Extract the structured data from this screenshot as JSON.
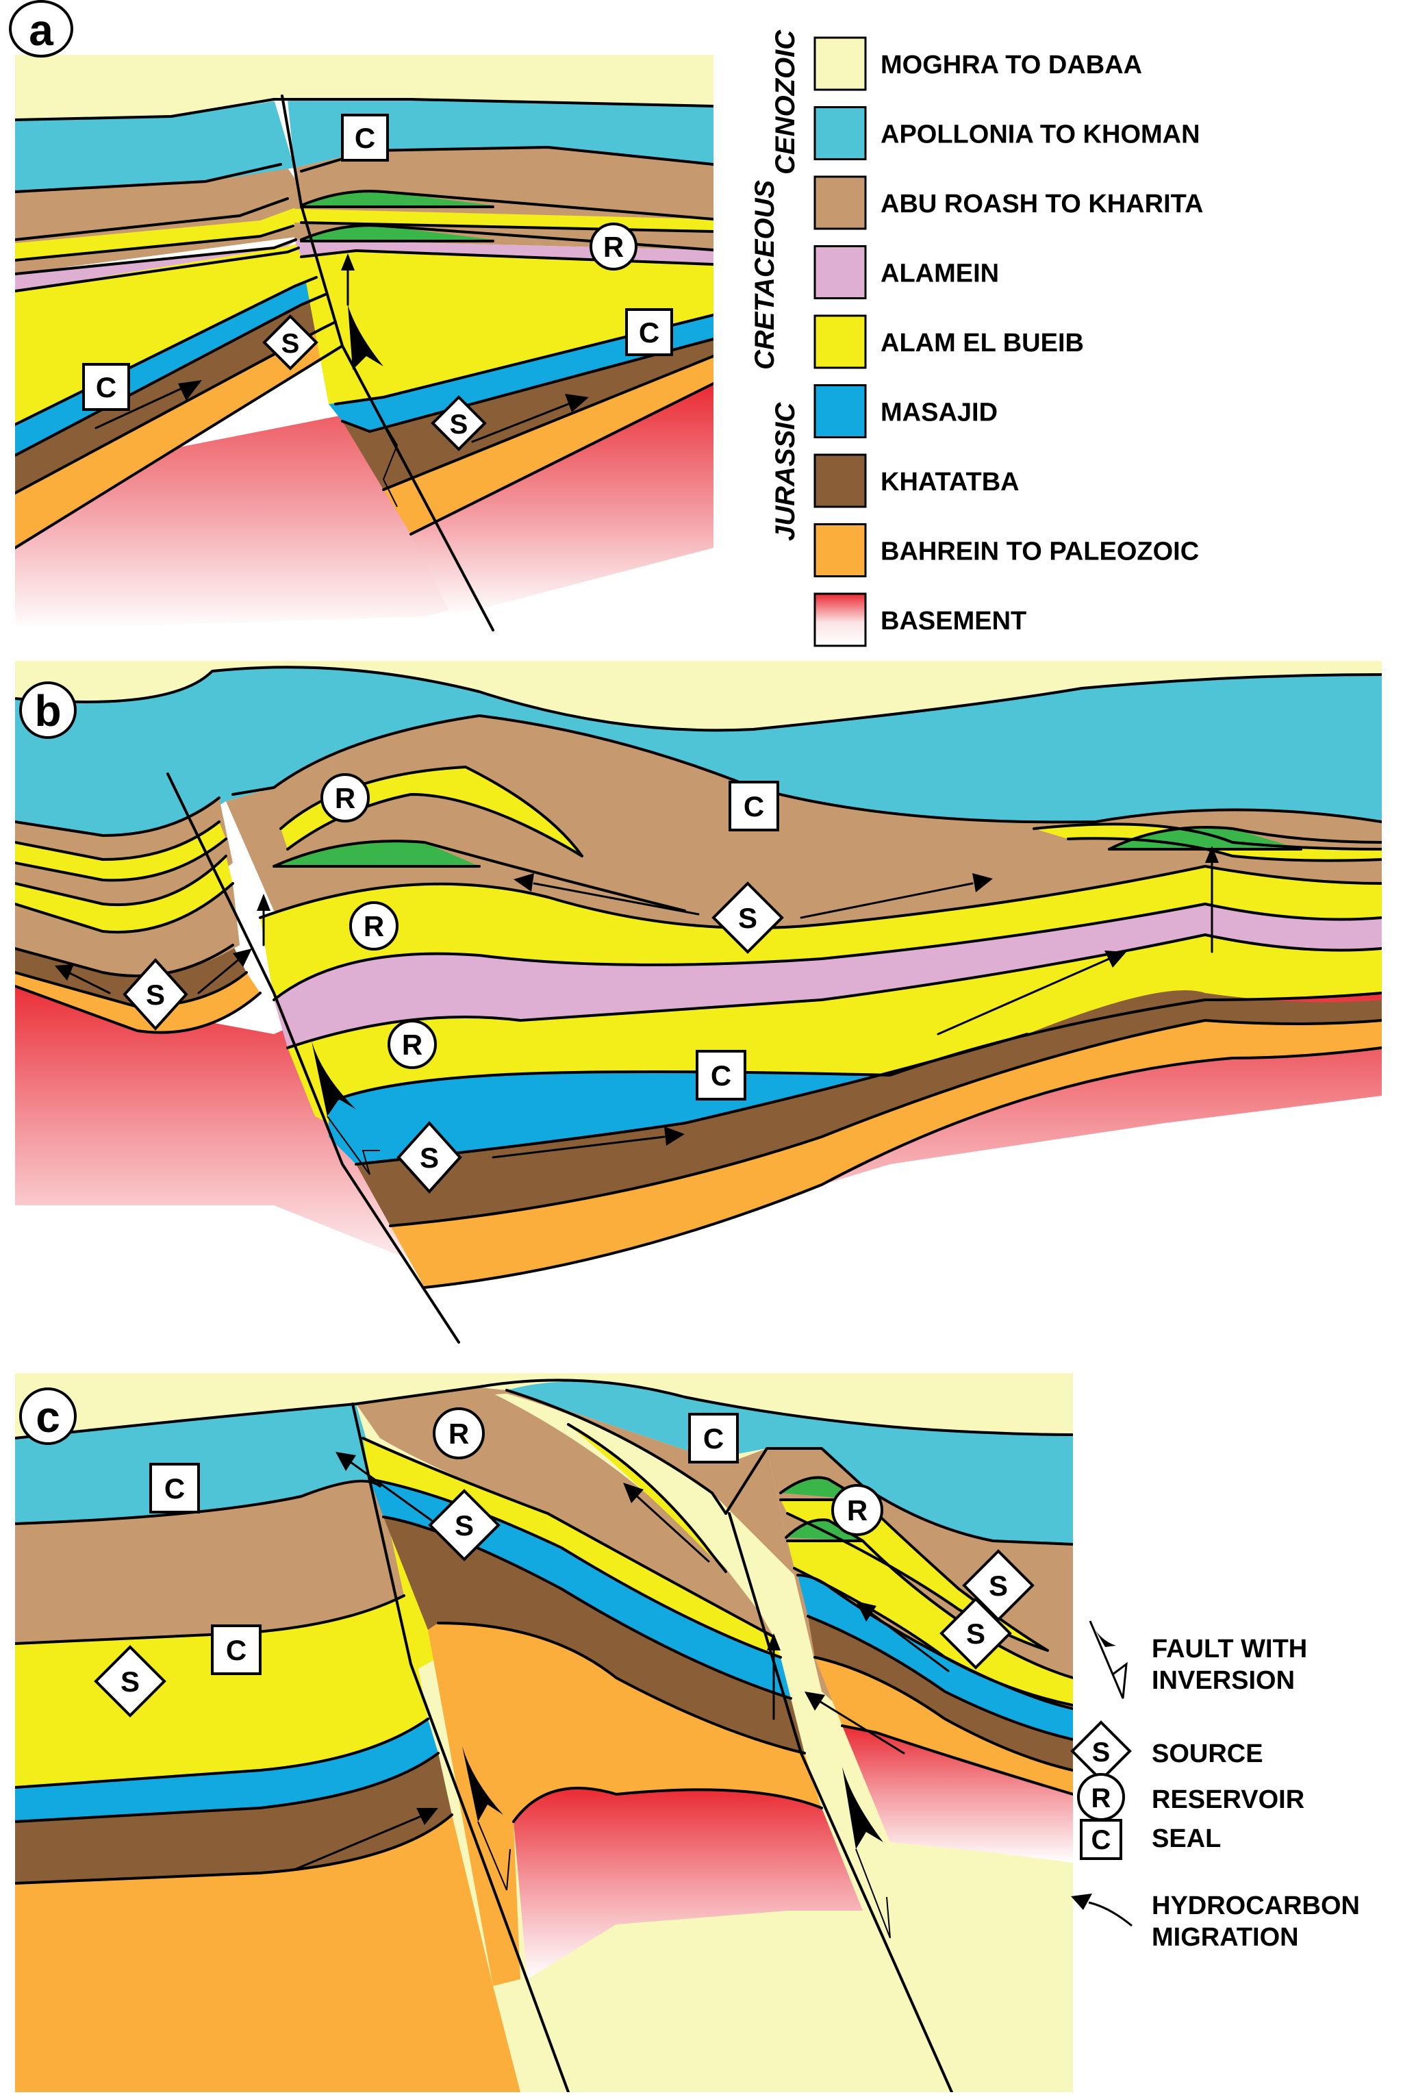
{
  "figure": {
    "panels": [
      {
        "id": "a",
        "label": "a"
      },
      {
        "id": "b",
        "label": "b"
      },
      {
        "id": "c",
        "label": "c"
      }
    ],
    "markers": {
      "seal": "C",
      "reservoir": "R",
      "source": "S"
    }
  },
  "stratigraphic_legend": {
    "eras": [
      {
        "name": "CENOZOIC"
      },
      {
        "name": "CRETACEOUS"
      },
      {
        "name": "JURASSIC"
      }
    ],
    "units": [
      {
        "name": "MOGHRA TO DABAA",
        "color": "#f8f8bc"
      },
      {
        "name": "APOLLONIA TO KHOMAN",
        "color": "#4ec4d6"
      },
      {
        "name": "ABU ROASH TO KHARITA",
        "color": "#c69a6e"
      },
      {
        "name": "ALAMEIN",
        "color": "#dfafd3"
      },
      {
        "name": "ALAM EL BUEIB",
        "color": "#f3ed19"
      },
      {
        "name": "MASAJID",
        "color": "#12a8e0"
      },
      {
        "name": "KHATATBA",
        "color": "#8a5f38"
      },
      {
        "name": "BAHREIN TO PALEOZOIC",
        "color": "#fbae3c"
      },
      {
        "name": "BASEMENT",
        "color": "#ea2a33"
      }
    ],
    "hydrocarbon_color": "#39b54a"
  },
  "symbol_legend": {
    "fault": {
      "line1": "FAULT WITH",
      "line2": "INVERSION",
      "icon": "fault-inversion-icon"
    },
    "source": {
      "label": "SOURCE",
      "symbol": "S",
      "icon": "diamond-icon"
    },
    "reservoir": {
      "label": "RESERVOIR",
      "symbol": "R",
      "icon": "circle-icon"
    },
    "seal": {
      "label": "SEAL",
      "symbol": "C",
      "icon": "square-icon"
    },
    "migration": {
      "line1": "HYDROCARBON",
      "line2": "MIGRATION",
      "icon": "migration-arrow-icon"
    }
  }
}
